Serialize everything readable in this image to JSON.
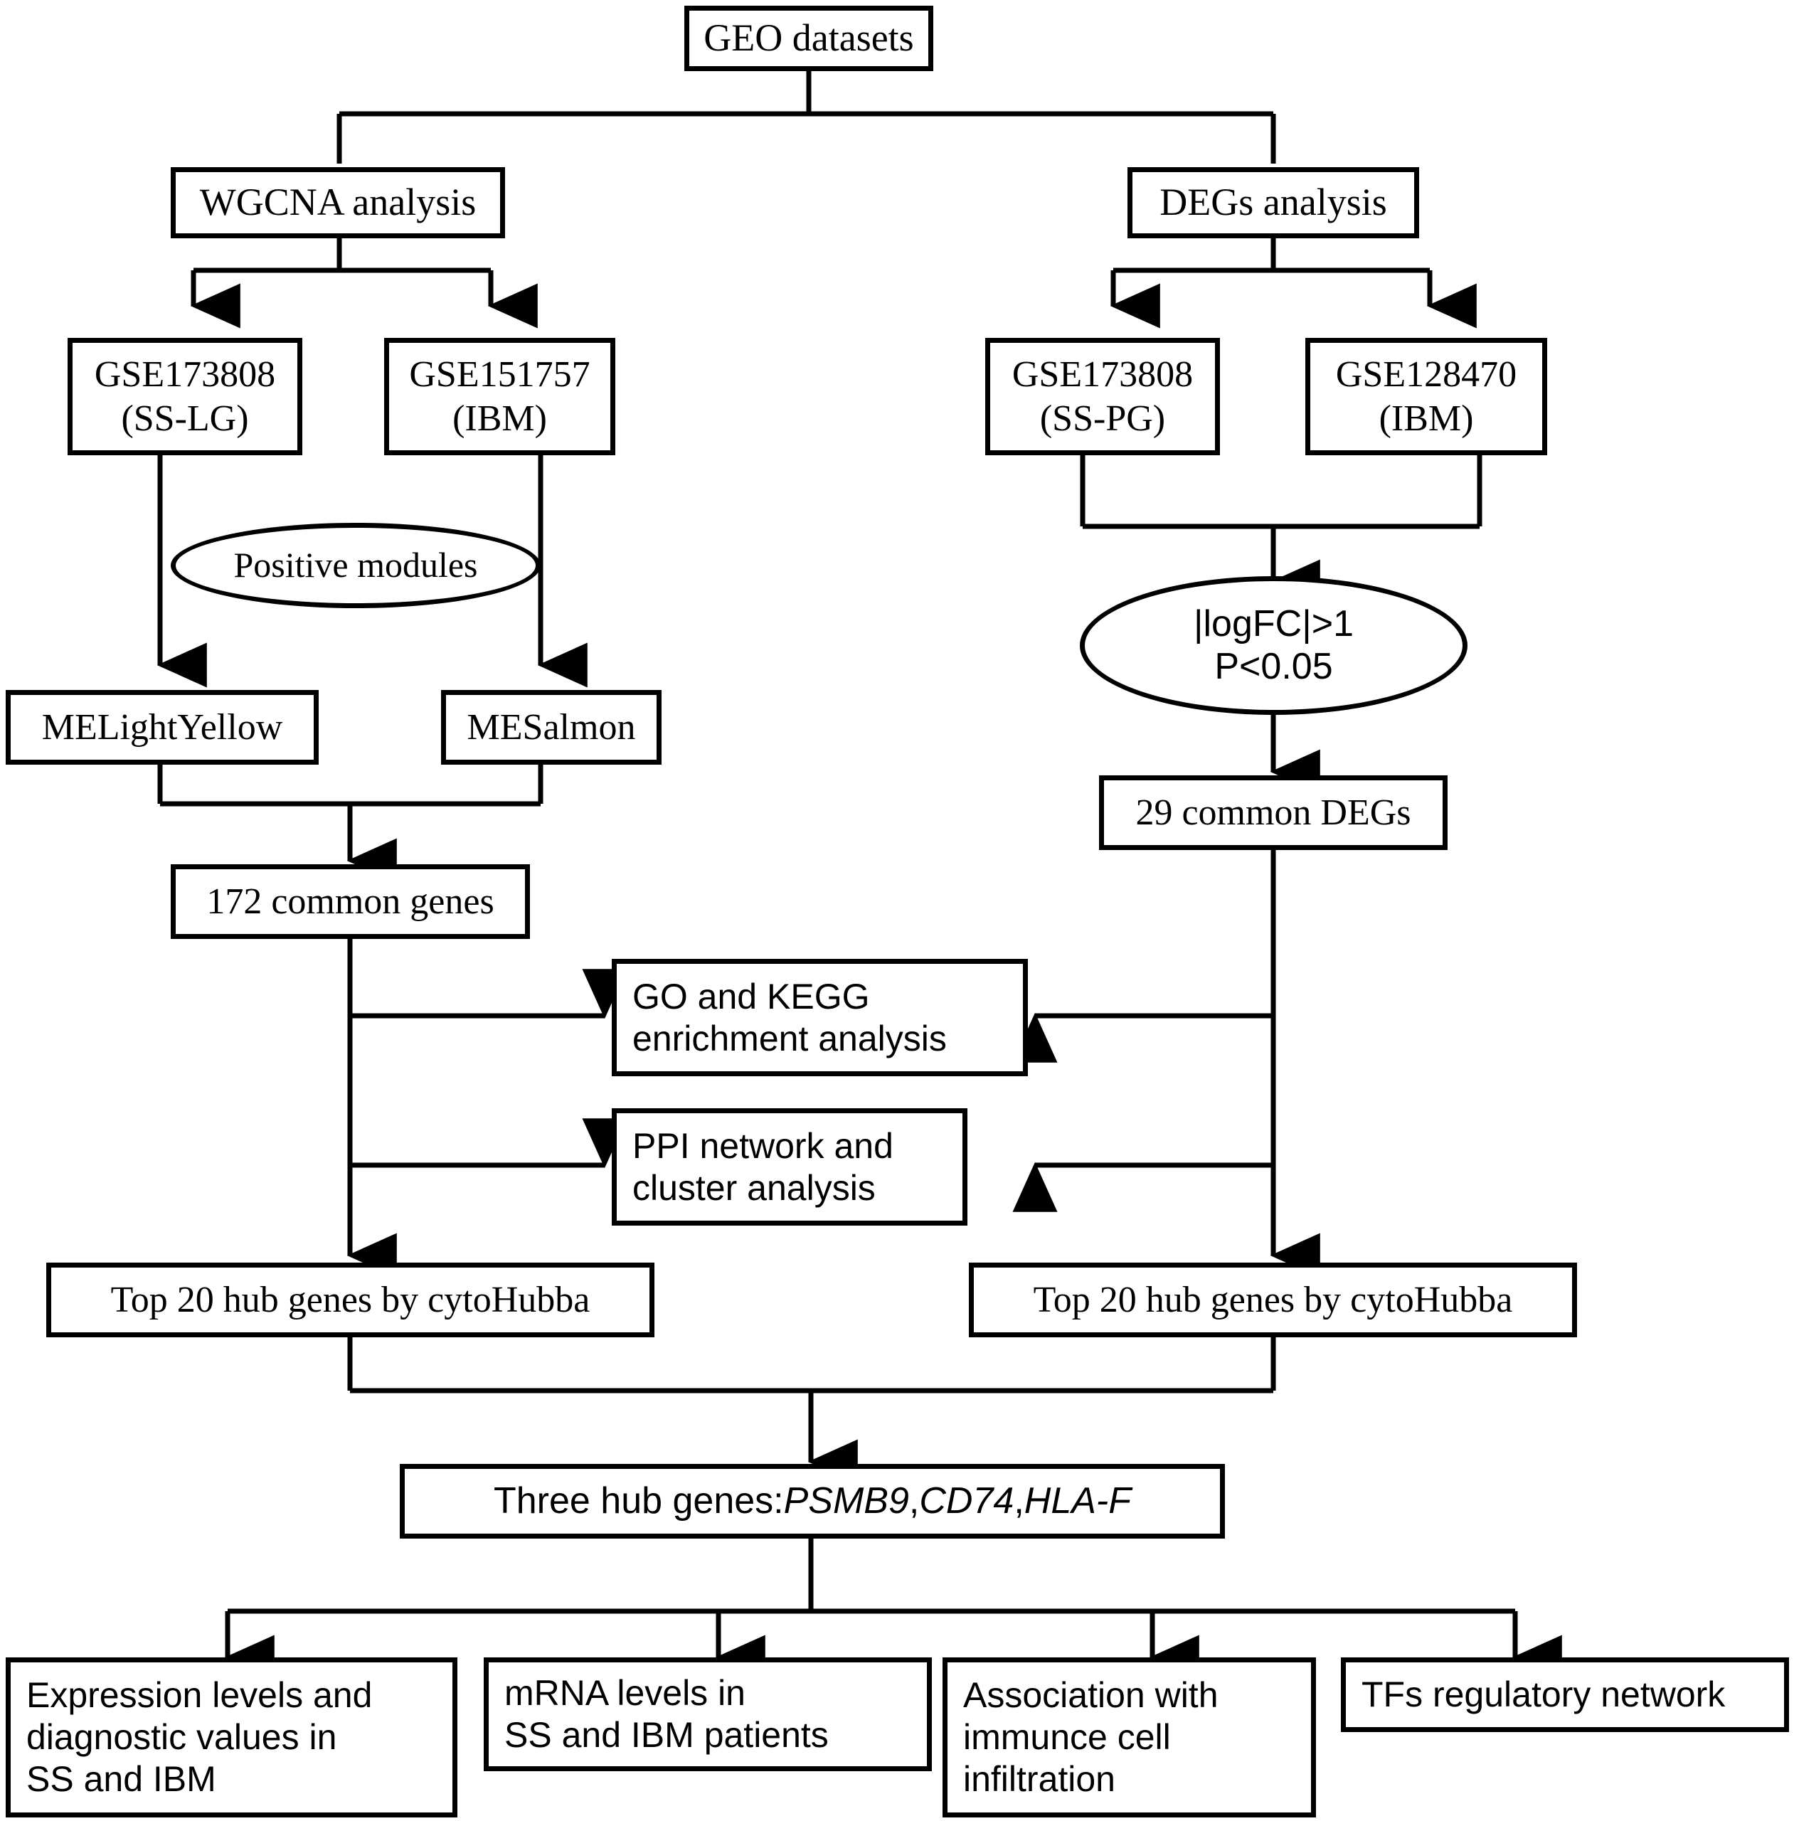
{
  "diagram": {
    "title": "Study workflow flowchart",
    "stroke_color": "#000000",
    "background_color": "#ffffff",
    "nodes": {
      "geo_datasets": "GEO datasets",
      "wgcna_analysis": "WGCNA analysis",
      "degs_analysis": "DEGs analysis",
      "gse173808_sslg_line1": "GSE173808",
      "gse173808_sslg_line2": "(SS-LG)",
      "gse151757_line1": "GSE151757",
      "gse151757_line2": "(IBM)",
      "gse173808_sspg_line1": "GSE173808",
      "gse173808_sspg_line2": "(SS-PG)",
      "gse128470_line1": "GSE128470",
      "gse128470_line2": "(IBM)",
      "positive_modules": "Positive modules",
      "logfc_line1": "|logFC|>1",
      "logfc_line2": "P<0.05",
      "melightyellow": "MELightYellow",
      "mesalmon": "MESalmon",
      "common_genes_172": "172 common genes",
      "common_degs_29": "29 common DEGs",
      "go_kegg_line1": "GO and KEGG",
      "go_kegg_line2": "enrichment analysis",
      "ppi_line1": "PPI network and",
      "ppi_line2": "cluster analysis",
      "hub_genes_left": "Top 20 hub genes by cytoHubba",
      "hub_genes_right": "Top 20 hub genes by cytoHubba",
      "three_hub_prefix": "Three hub genes: ",
      "three_hub_gene1": "PSMB9",
      "three_hub_sep1": ", ",
      "three_hub_gene2": "CD74",
      "three_hub_sep2": ", ",
      "three_hub_gene3": "HLA-F",
      "outcome_1_line1": "Expression levels and",
      "outcome_1_line2": "diagnostic values in",
      "outcome_1_line3": "SS and IBM",
      "outcome_2_line1": "mRNA levels in",
      "outcome_2_line2": "SS and IBM patients",
      "outcome_3_line1": "Association with",
      "outcome_3_line2": "immunce cell",
      "outcome_3_line3": "infiltration",
      "outcome_4": "TFs regulatory network"
    }
  }
}
